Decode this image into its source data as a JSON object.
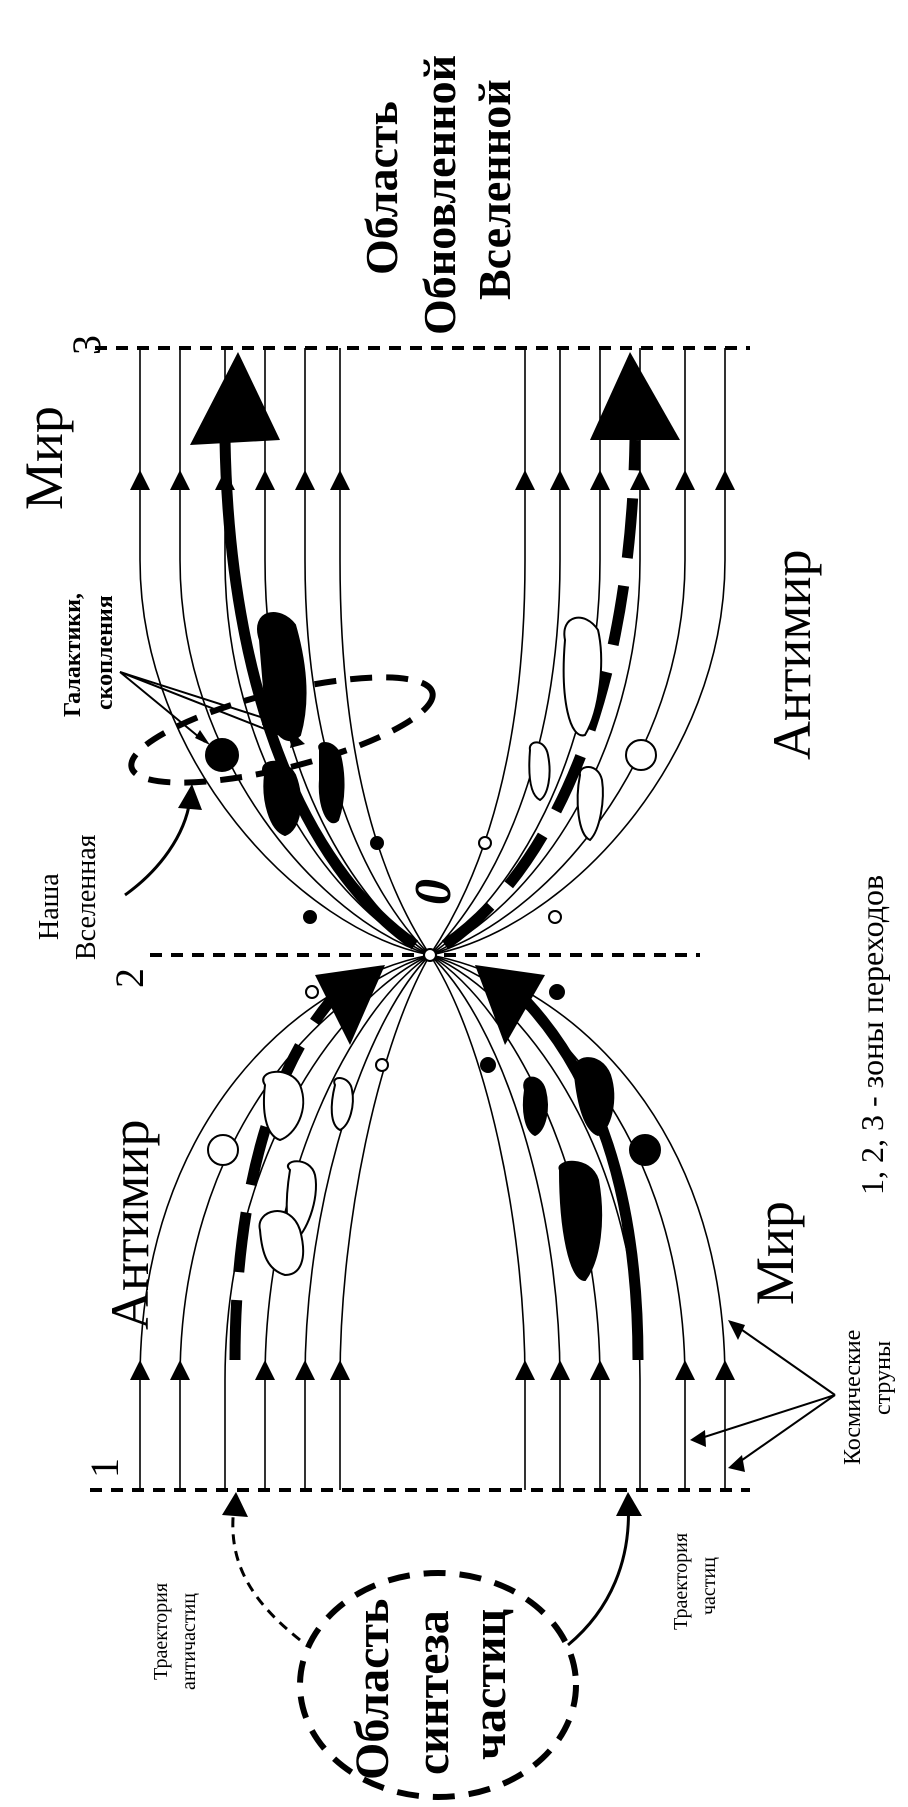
{
  "zones": {
    "z1": "1",
    "z2": "2",
    "z3": "3"
  },
  "regions": {
    "renewed_universe": [
      "Область",
      "Обновленной",
      "Вселенной"
    ],
    "synthesis": [
      "Область",
      "синтеза",
      "частиц"
    ],
    "center": "0"
  },
  "worlds": {
    "mir_top": "Мир",
    "antimir_top": "Антимир",
    "antimir_bottom": "Антимир",
    "mir_bottom": "Мир"
  },
  "labels": {
    "galaxies": [
      "Галактики,",
      "скопления"
    ],
    "our_universe": [
      "Наша",
      "Вселенная"
    ],
    "antiparticle_trajectory": [
      "Траектория",
      "античастиц"
    ],
    "particle_trajectory": [
      "Траектория",
      "частиц"
    ],
    "cosmic_strings": [
      "Космические",
      "струны"
    ]
  },
  "legend": "1, 2, 3 - зоны переходов"
}
